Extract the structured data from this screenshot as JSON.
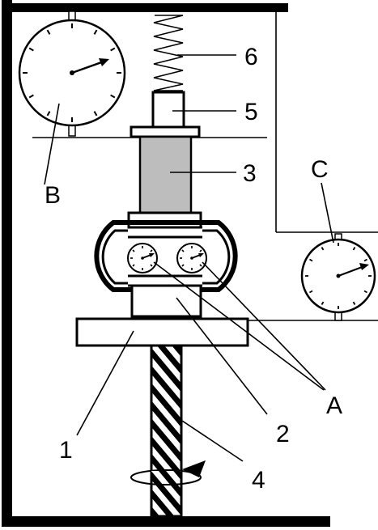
{
  "labels": {
    "b": "B",
    "c": "C",
    "a": "A",
    "n1": "1",
    "n2": "2",
    "n3": "3",
    "n4": "4",
    "n5": "5",
    "n6": "6"
  },
  "colors": {
    "ink": "#000000",
    "specimen": "#bdbdbd",
    "background": "#ffffff"
  },
  "icons": {
    "dial_gauge": "dial-gauge-icon",
    "rotation": "rotation-arrow-icon"
  }
}
